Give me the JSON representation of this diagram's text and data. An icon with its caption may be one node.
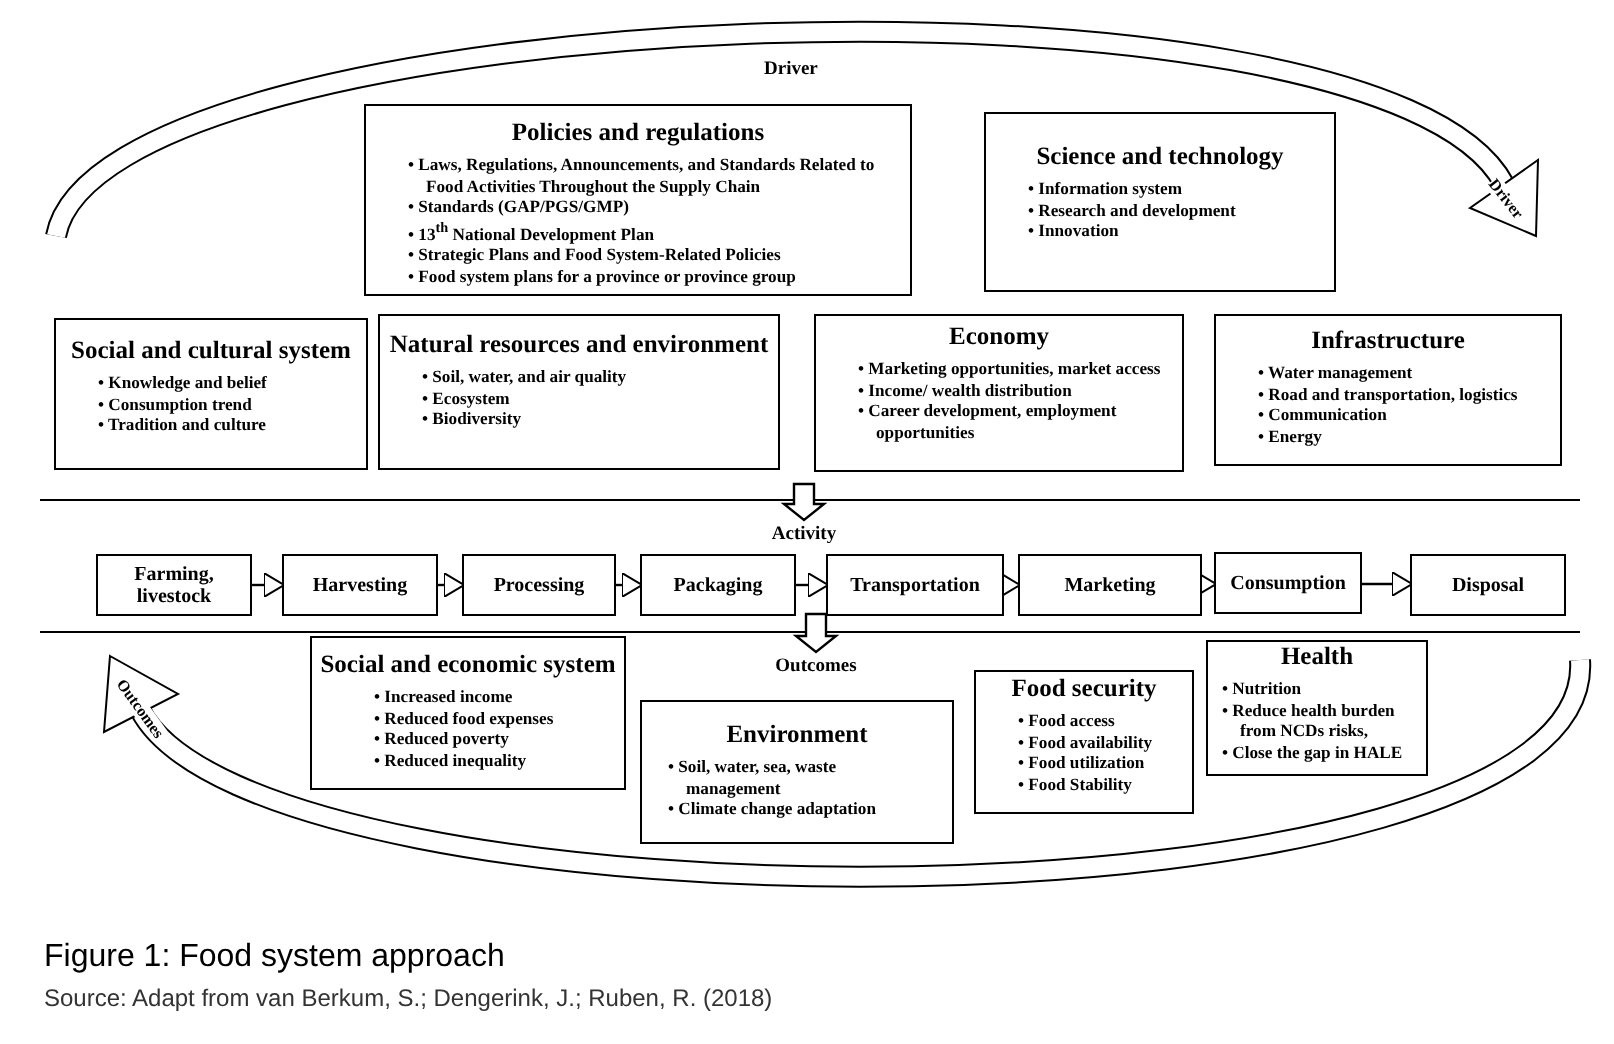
{
  "diagram": {
    "caption": "Figure 1: Food system approach",
    "nodes": [
      {
        "text": [
          "Policies and regulations",
          "• Laws, Regulations, Announcements, and Standards Related to Food Activities Throughout the Supply Chain",
          "• Standards (GAP/PGS/GMP)",
          "• 13$^{th}$ National Development Plan",
          "• Strategic Plans and Food System-Related Policies",
          "• Food system plans for a province or province group"
        ]
      },
      {
        "text": [
          "Science and technology",
          "• Information system",
          "• Research and development",
          "• Innovation"
        ]
      },
      {
        "text": [
          "Social and cultural system",
          "• Knowledge and belief",
          "• Consumption trend",
          "• Tradition and culture"
        ]
      },
      {
        "text": [
          "Natural resources and environment",
          "• Soil, water, and air quality",
          "• Ecosystem",
          "• Biodiversity"
        ]
      },
      {
        "text": [
          "Economy",
          "• Marketing opportunities, market access",
          "• Income/ wealth distribution",
          "• Career development, employment opportunities"
        ]
      },
      {
        "text": [
          "Infrastructure",
          "• Water management",
          "• Road and transportation, logistics",
          "• Communication",
          "• Energy"
        ]
      },
      {
        "text": [
          "Farming, livestock"
        ]
      },
      {
        "text": [
          "Harvesting"
        ]
      },
      {
        "text": [
          "Processing"
        ]
      },
      {
        "text": [
          "Packaging"
        ]
      },
      {
        "text": [
          "Transportation"
        ]
      },
      {
        "text": [
          "Marketing"
        ]
      },
      {
        "text": [
          "Consumption"
        ]
      },
      {
        "text": [
          "Disposal"
        ]
      },
      {
        "text": [
          "Social and economic system",
          "• Increased income",
          "• Reduced food expenses",
          "• Reduced poverty",
          "• Reduced inequality"
        ]
      },
      {
        "text": [
          "Environment",
          "• Soil, water, sea, waste management",
          "• Climate change adaptation"
        ]
      },
      {
        "text": [
          "Food security",
          "• Food access",
          "• Food availability",
          "• Food utilization",
          "• Food Stability"
        ]
      },
      {
        "text": [
          "Health",
          "• Nutrition",
          "• Reduce health burden from NCDs risks,",
          "• Close the gap in HALE"
        ]
      },
      {
        "text": [
          "Activity"
        ]
      },
      {
        "text": [
          "Outcomes"
        ]
      }
    ],
    "edges": [
      {
        "from": 6,
        "to": 7,
        "arrow": "to"
      },
      {
        "from": 7,
        "to": 8,
        "arrow": "to"
      },
      {
        "from": 8,
        "to": 9,
        "arrow": "to"
      },
      {
        "from": 9,
        "to": 10,
        "arrow": "to"
      },
      {
        "from": 10,
        "to": 11,
        "arrow": "to"
      },
      {
        "from": 11,
        "to": 12,
        "arrow": "to"
      },
      {
        "from": 12,
        "to": 13,
        "arrow": "to"
      },
      {
        "from": null,
        "to": 18,
        "arrow": "to"
      },
      {
        "from": null,
        "to": 19,
        "arrow": "to"
      }
    ],
    "labels": [
      "Driver",
      "Driver",
      "Outcomes",
      "Source: Adapt from van Berkum, S.; Dengerink, J.; Ruben, R. (2018)"
    ]
  }
}
